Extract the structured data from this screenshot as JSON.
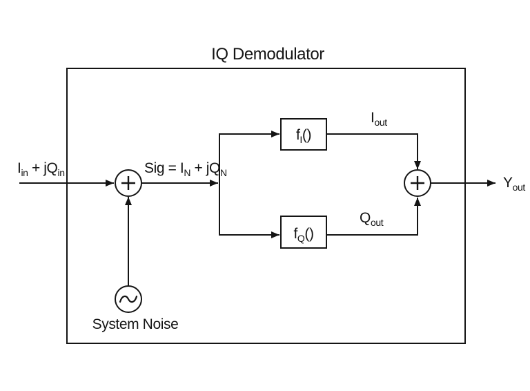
{
  "diagram": {
    "title": "IQ Demodulator",
    "labels": {
      "input": {
        "base": "I",
        "sub": "in",
        "base2": " + jQ",
        "sub2": "in"
      },
      "signal": {
        "base": "Sig = I",
        "sub": "N",
        "base2": " + jQ",
        "sub2": "N"
      },
      "block_i": {
        "base": "f",
        "sub": "I",
        "base2": "()"
      },
      "block_q": {
        "base": "f",
        "sub": "Q",
        "base2": "()"
      },
      "i_out": {
        "base": "I",
        "sub": "out"
      },
      "q_out": {
        "base": "Q",
        "sub": "out"
      },
      "y_out": {
        "base": "Y",
        "sub": "out"
      },
      "noise_source": "System Noise"
    },
    "icons": {
      "adder_input": "plus-in-circle-icon",
      "adder_output": "plus-in-circle-icon",
      "noise_source": "sine-wave-in-circle-icon",
      "arrowhead": "filled-triangle-arrow-icon"
    },
    "colors": {
      "stroke": "#141414",
      "text": "#141414",
      "background": "#ffffff"
    }
  }
}
